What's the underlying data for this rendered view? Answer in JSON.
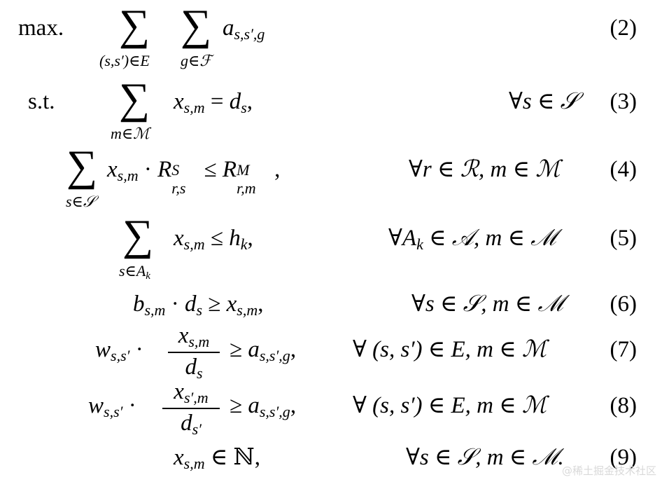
{
  "equations": [
    {
      "id": "2",
      "label": "max.",
      "number": "(2)"
    },
    {
      "id": "3",
      "label": "s.t.",
      "number": "(3)",
      "lhs": "x",
      "rhs": "= d",
      "cond": "∀s ∈ 𝒮"
    },
    {
      "id": "4",
      "number": "(4)",
      "cond": "∀r ∈ ℛ, m ∈ ℳ"
    },
    {
      "id": "5",
      "number": "(5)",
      "cond": "∀A",
      "cond2": "∈ 𝒜, m ∈ ℳ"
    },
    {
      "id": "6",
      "number": "(6)",
      "cond": "∀s ∈ 𝒮, m ∈ ℳ"
    },
    {
      "id": "7",
      "number": "(7)",
      "cond": "∀ (s, s′) ∈ E, m ∈ ℳ"
    },
    {
      "id": "8",
      "number": "(8)",
      "cond": "∀ (s, s′) ∈ E, m ∈ ℳ"
    },
    {
      "id": "9",
      "number": "(9)",
      "cond": "∀s ∈ 𝒮, m ∈ ℳ."
    }
  ],
  "watermark": "@稀土掘金技术社区"
}
